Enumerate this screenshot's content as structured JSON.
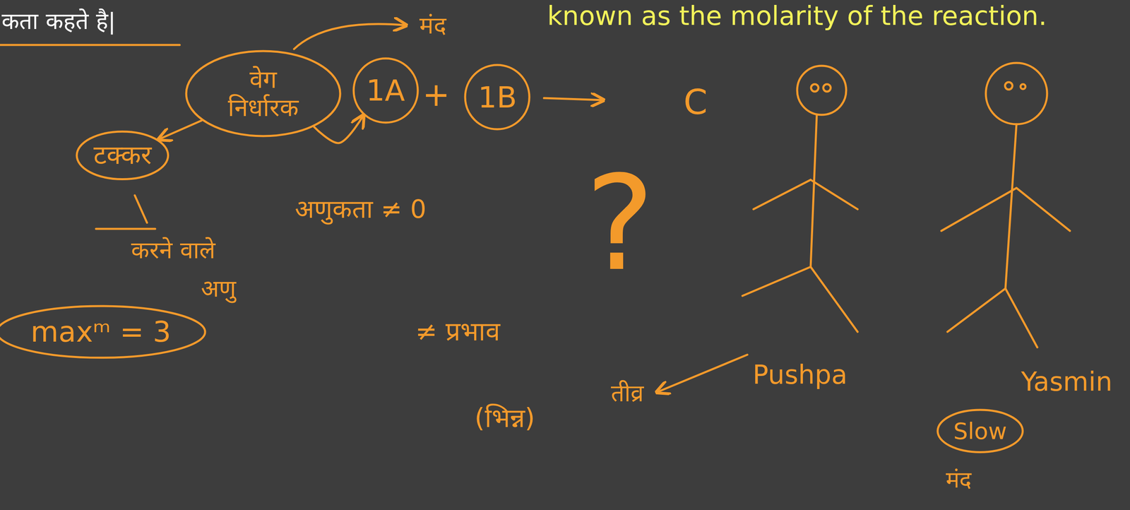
{
  "diagram": {
    "nodes": [
      {
        "text": [
          "वेग निर्धारक"
        ]
      },
      {
        "text": [
          "1A"
        ]
      },
      {
        "text": [
          "1B"
        ]
      },
      {
        "text": [
          "टक्कर"
        ]
      },
      {
        "text": [
          "maxᵐ = 3"
        ]
      },
      {
        "text": [
          "Slow"
        ]
      }
    ],
    "edges": [
      {
        "from": 0,
        "to": 1,
        "arrow": "to"
      },
      {
        "from": 0,
        "to": 3,
        "arrow": "to"
      }
    ],
    "labels": [
      "कता कहते है|",
      "known as the molarity of the reaction.",
      "मंद",
      "+",
      "C",
      "करने वाले",
      "अणु",
      "अणुकता ≠ 0",
      "?",
      "≠ प्रभाव",
      "(भिन्न)",
      "तीव्र",
      "Pushpa",
      "Yasmin",
      "मंद"
    ]
  }
}
